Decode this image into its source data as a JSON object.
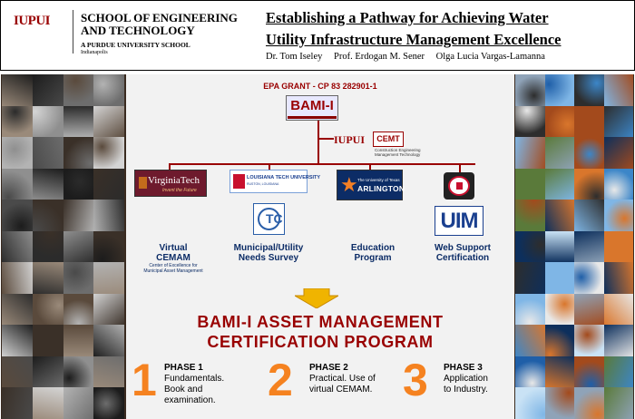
{
  "header": {
    "logo": "IUPUI",
    "school": "SCHOOL OF ENGINEERING AND TECHNOLOGY",
    "purdue": "A PURDUE UNIVERSITY SCHOOL",
    "city": "Indianapolis",
    "title_line1": "Establishing a Pathway for Achieving Water",
    "title_line2": "Utility Infrastructure Management Excellence",
    "authors": [
      "Dr. Tom Iseley",
      "Prof. Erdogan M. Sener",
      "Olga Lucia Vargas-Lamanna"
    ]
  },
  "diagram": {
    "grant": "EPA GRANT - CP 83 282901-1",
    "bami": "BAMI-I",
    "iupui": "IUPUI",
    "cemt": "CEMT",
    "cemt_sub1": "Construction Engineering",
    "cemt_sub2": "Management Technology",
    "vt_name": "VirginiaTech",
    "vt_tag": "Invent the Future",
    "la_name": "LOUISIANA TECH UNIVERSITY",
    "la_sub": "RUSTON, LOUISIANA",
    "uta_top": "The University of Texas",
    "uta_name": "ARLINGTON",
    "uim": "UIM",
    "ttc": "TC",
    "programs": {
      "virtual_l1": "Virtual",
      "virtual_l2": "CEMAM",
      "virtual_sub1": "Center of Excellence for",
      "virtual_sub2": "Municipal Asset Management",
      "muni_l1": "Municipal/Utility",
      "muni_l2": "Needs Survey",
      "edu_l1": "Education",
      "edu_l2": "Program",
      "web_l1": "Web Support",
      "web_l2": "Certification"
    },
    "cert_line1": "BAMI-I ASSET MANAGEMENT",
    "cert_line2": "CERTIFICATION PROGRAM",
    "phases": [
      {
        "num": "1",
        "title": "PHASE 1",
        "l1": "Fundamentals.",
        "l2": "Book and",
        "l3": "examination."
      },
      {
        "num": "2",
        "title": "PHASE 2",
        "l1": "Practical. Use of",
        "l2": "virtual CEMAM.",
        "l3": ""
      },
      {
        "num": "3",
        "title": "PHASE 3",
        "l1": "Application",
        "l2": "to Industry.",
        "l3": ""
      }
    ]
  },
  "colors": {
    "maroon": "#990000",
    "navy": "#0c2c66",
    "orange": "#f58220",
    "arrow": "#f0b400"
  }
}
